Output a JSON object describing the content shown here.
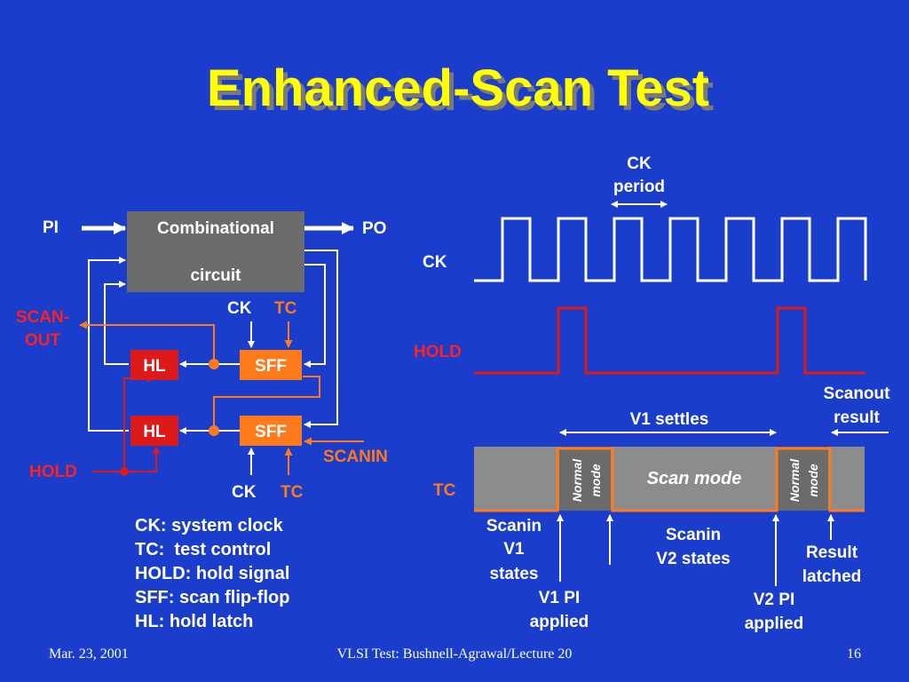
{
  "title": "Enhanced-Scan Test",
  "colors": {
    "background": "#1a3dcc",
    "title": "#ffff00",
    "hold": "#dd1a1a",
    "tc_scan": "#ff7a1a",
    "box_gray": "#6b6b6b",
    "tc_band": "#8c8c8c"
  },
  "circuit": {
    "pi_label": "PI",
    "po_label": "PO",
    "comb_line1": "Combinational",
    "comb_line2": "circuit",
    "ck_label": "CK",
    "tc_label": "TC",
    "scan_out_line1": "SCAN-",
    "scan_out_line2": "OUT",
    "hl_label": "HL",
    "sff_label": "SFF",
    "hold_label": "HOLD",
    "scanin_label": "SCANIN",
    "ck_label_bottom": "CK",
    "tc_label_bottom": "TC"
  },
  "legend": [
    "CK: system clock",
    "TC:  test control",
    "HOLD: hold signal",
    "SFF: scan flip-flop",
    "HL: hold latch"
  ],
  "timing": {
    "ck_period_line1": "CK",
    "ck_period_line2": "period",
    "ck_label": "CK",
    "hold_label": "HOLD",
    "scanout_line1": "Scanout",
    "scanout_line2": "result",
    "v1_settles": "V1 settles",
    "tc_label": "TC",
    "normal_mode_line1": "Normal",
    "normal_mode_line2": "mode",
    "scan_mode": "Scan mode",
    "scanin_v1_line1": "Scanin",
    "scanin_v1_line2": "V1",
    "scanin_v1_line3": "states",
    "v1_pi_line1": "V1 PI",
    "v1_pi_line2": "applied",
    "scanin_v2_line1": "Scanin",
    "scanin_v2_line2": "V2 states",
    "v2_pi_line1": "V2 PI",
    "v2_pi_line2": "applied",
    "result_line1": "Result",
    "result_line2": "latched"
  },
  "footer": {
    "date": "Mar. 23, 2001",
    "course": "VLSI Test: Bushnell-Agrawal/Lecture 20",
    "page": "16"
  }
}
